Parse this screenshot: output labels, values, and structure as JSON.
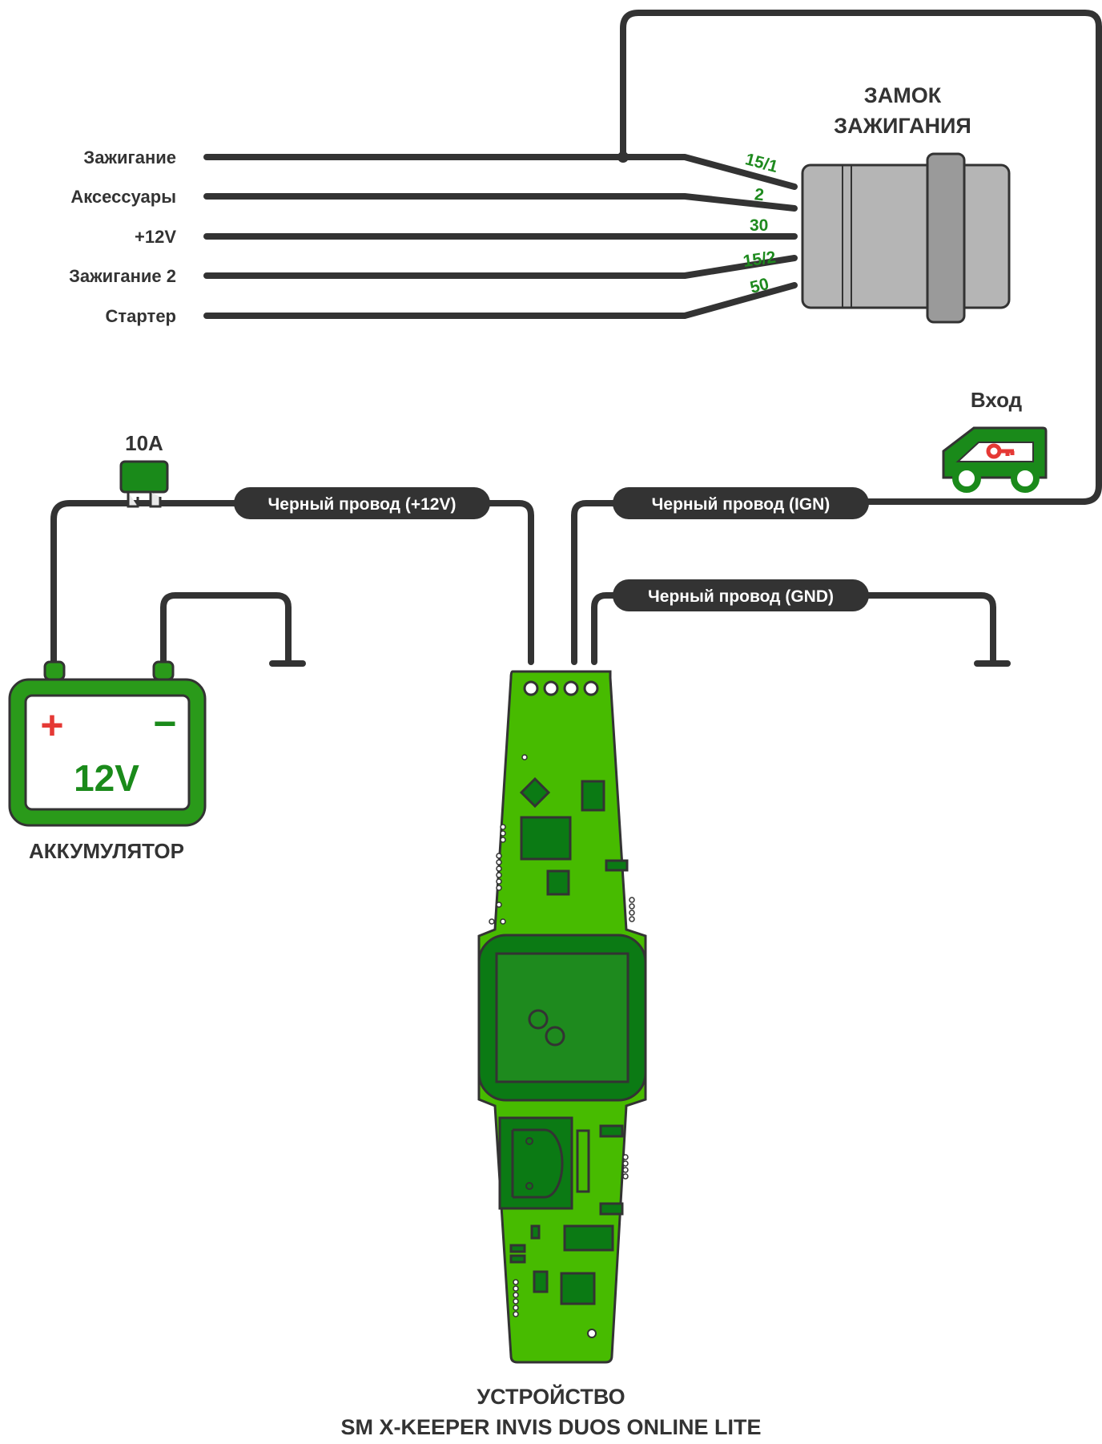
{
  "colors": {
    "wire": "#333333",
    "pin_label": "#1e8a1e",
    "green_dark": "#0d6e12",
    "green_mid": "#1a8a1a",
    "pcb_light": "#47bb00",
    "pcb_dark": "#0b7a14",
    "plus": "#e53935",
    "lock_body": "#b5b5b5",
    "lock_ring": "#9a9a9a",
    "pill_bg": "#333333",
    "pill_text": "#ffffff",
    "key_red": "#e53935"
  },
  "ignition_lock": {
    "title_line1": "ЗАМОК",
    "title_line2": "ЗАЖИГАНИЯ",
    "wires": [
      {
        "label": "Зажигание",
        "pin": "15/1"
      },
      {
        "label": "Аксессуары",
        "pin": "2"
      },
      {
        "label": "+12V",
        "pin": "30"
      },
      {
        "label": "Зажигание 2",
        "pin": "15/2"
      },
      {
        "label": "Стартер",
        "pin": "50"
      }
    ]
  },
  "fuse": {
    "label": "10A"
  },
  "battery": {
    "plus": "+",
    "minus": "−",
    "voltage": "12V",
    "title": "АККУМУЛЯТОР"
  },
  "input": {
    "label": "Вход",
    "icon": "car-key-icon"
  },
  "pills": {
    "power": "Черный провод (+12V)",
    "ign": "Черный провод (IGN)",
    "gnd": "Черный провод (GND)"
  },
  "device": {
    "title_line1": "УСТРОЙСТВО",
    "title_line2": "SM X-KEEPER INVIS DUOS ONLINE LITE"
  }
}
